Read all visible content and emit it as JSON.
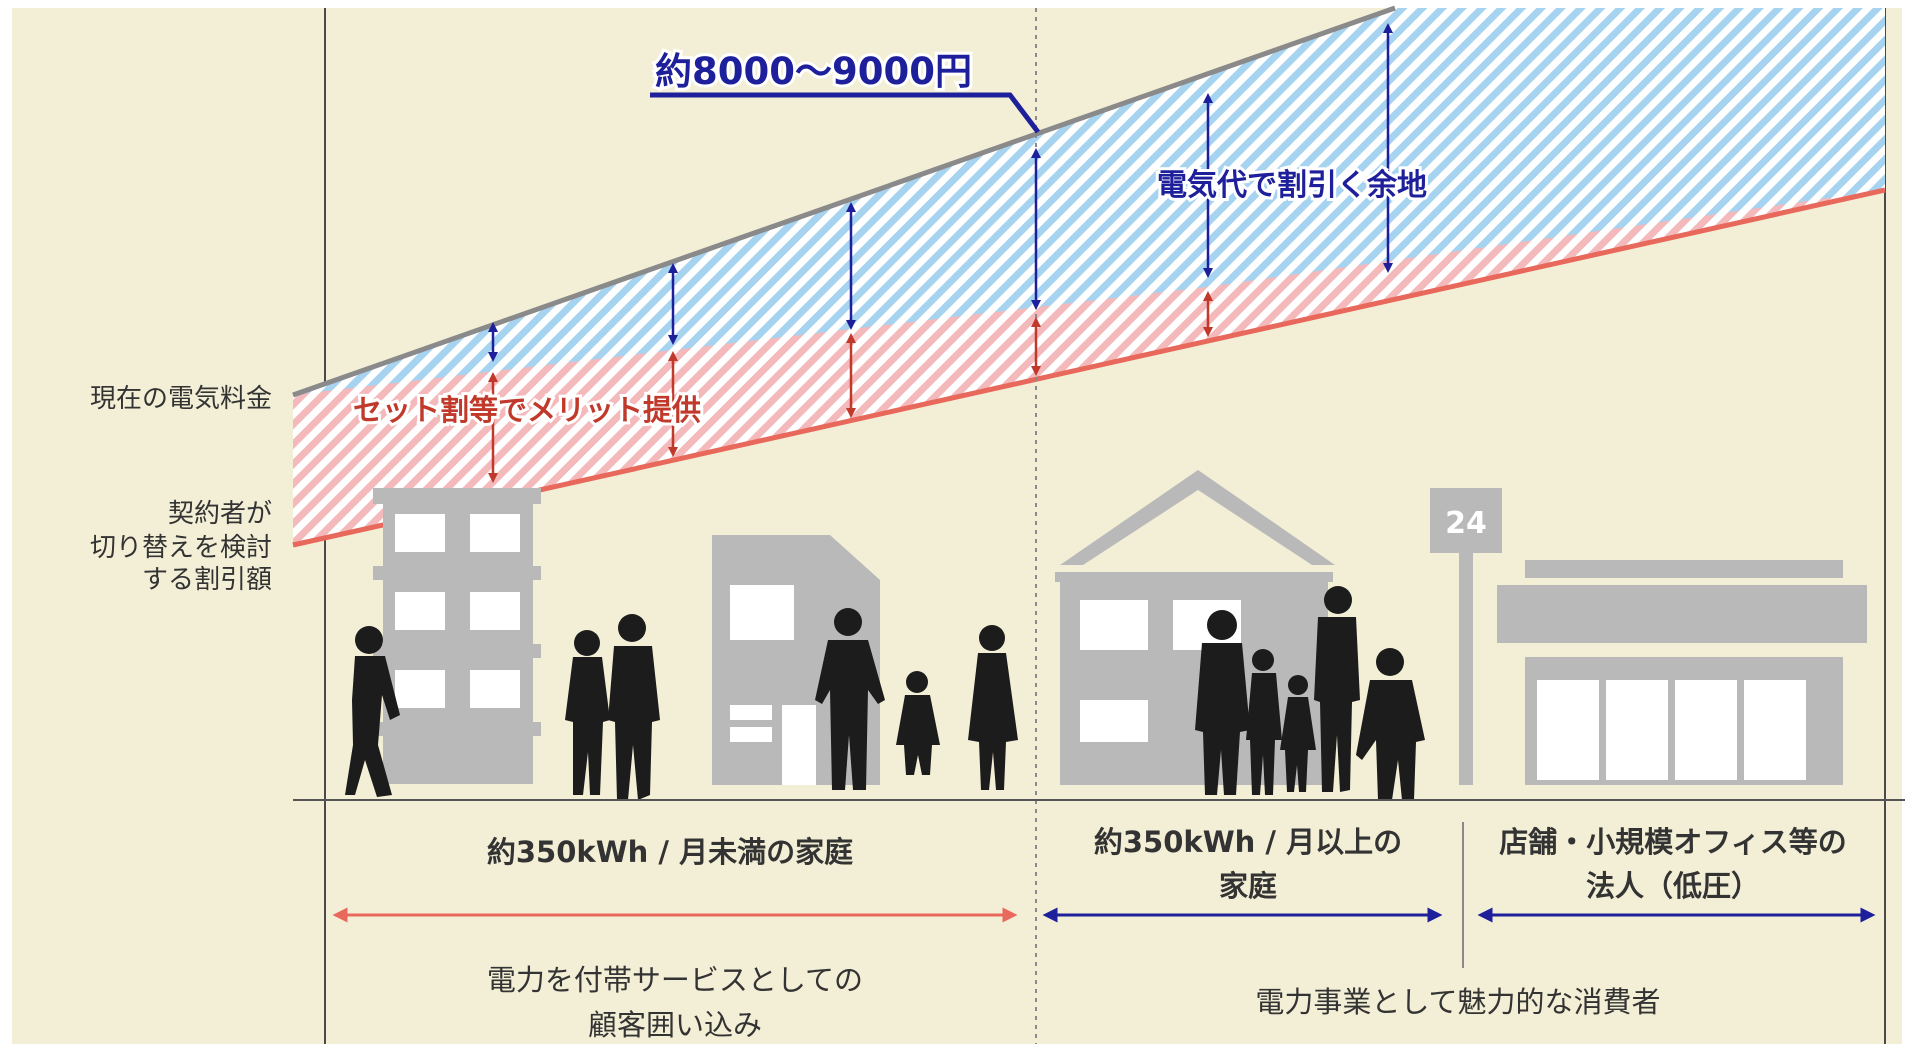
{
  "labels": {
    "current_bill": "現在の電気料金",
    "switch_discount": [
      "契約者が",
      "切り替えを検討",
      "する割引額"
    ],
    "top_amount": "約8000〜9000円",
    "discount_room": "電気代で割引く余地",
    "set_discount": "セット割等でメリット提供",
    "store_sign": "24"
  },
  "segments": [
    {
      "label": [
        "約350kWh / 月未満の家庭"
      ]
    },
    {
      "label": [
        "約350kWh / 月以上の",
        "家庭"
      ]
    },
    {
      "label": [
        "店舗・小規模オフィス等の",
        "法人（低圧）"
      ]
    }
  ],
  "bottom": {
    "left": [
      "電力を付帯サービスとしての",
      "顧客囲い込み"
    ],
    "right": [
      "電力事業として魅力的な消費者"
    ]
  },
  "colors": {
    "background": "#f3efd6",
    "blue_band": "#a6d3f0",
    "red_band": "#f4b9bb",
    "top_line": "#8a8a8a",
    "red_line": "#e8685c",
    "navy": "#1e1f9a",
    "dark_red": "#c0392b",
    "gray_building": "#b9b9b9",
    "silhouette": "#1c1c1c"
  }
}
